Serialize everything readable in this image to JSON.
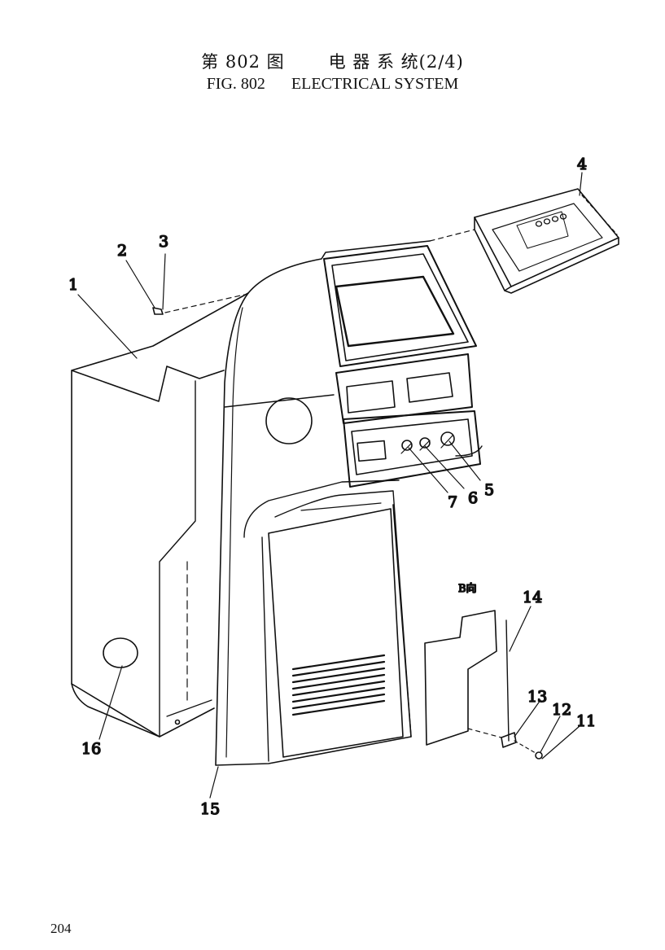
{
  "header": {
    "fig_cn": "第 802 图",
    "title_cn": "电 器 系 统(2/4)",
    "fig_en": "FIG. 802",
    "title_en": "ELECTRICAL SYSTEM"
  },
  "callouts": {
    "c1": "1",
    "c2": "2",
    "c3": "3",
    "c4": "4",
    "c5": "5",
    "c6": "6",
    "c7": "7",
    "c11": "11",
    "c12": "12",
    "c13": "13",
    "c14": "14",
    "c15": "15",
    "c16": "16"
  },
  "view_label": "B向",
  "footer": {
    "page_number": "204"
  }
}
